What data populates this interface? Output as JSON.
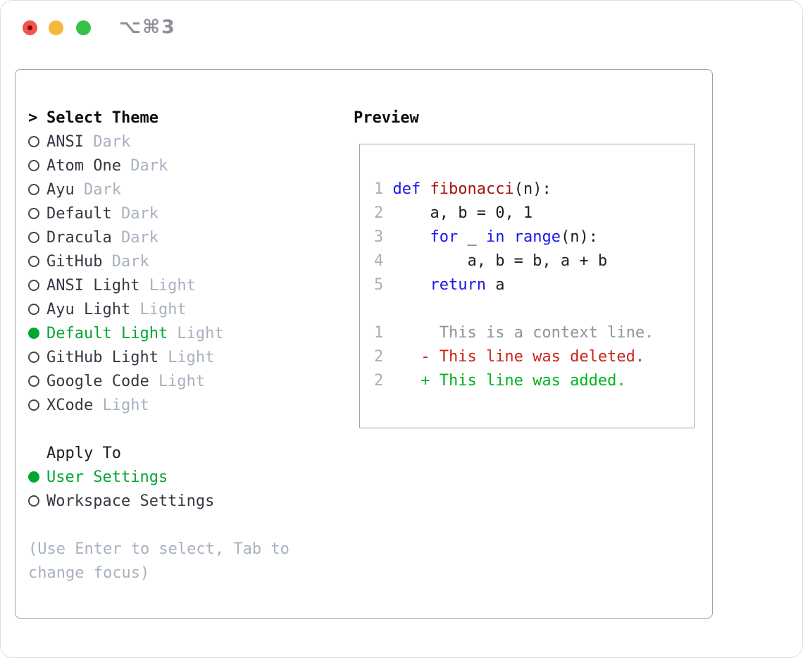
{
  "titlebar": {
    "title": "⌥⌘3"
  },
  "colors": {
    "accent_green": "#00a630",
    "keyword_blue": "#1717ee",
    "function_red": "#a31515",
    "deleted_red": "#c9241a",
    "added_green": "#00b31c",
    "muted_gray": "#a7b1bf",
    "border_gray": "#98a2ad"
  },
  "theme_list": {
    "header_prefix": ">",
    "header": "Select Theme",
    "items": [
      {
        "name": "ANSI",
        "variant": "Dark",
        "selected": false
      },
      {
        "name": "Atom One",
        "variant": "Dark",
        "selected": false
      },
      {
        "name": "Ayu",
        "variant": "Dark",
        "selected": false
      },
      {
        "name": "Default",
        "variant": "Dark",
        "selected": false
      },
      {
        "name": "Dracula",
        "variant": "Dark",
        "selected": false
      },
      {
        "name": "GitHub",
        "variant": "Dark",
        "selected": false
      },
      {
        "name": "ANSI Light",
        "variant": "Light",
        "selected": false
      },
      {
        "name": "Ayu Light",
        "variant": "Light",
        "selected": false
      },
      {
        "name": "Default Light",
        "variant": "Light",
        "selected": true
      },
      {
        "name": "GitHub Light",
        "variant": "Light",
        "selected": false
      },
      {
        "name": "Google Code",
        "variant": "Light",
        "selected": false
      },
      {
        "name": "XCode",
        "variant": "Light",
        "selected": false
      }
    ]
  },
  "apply_to": {
    "header": "Apply To",
    "items": [
      {
        "label": "User Settings",
        "selected": true
      },
      {
        "label": "Workspace Settings",
        "selected": false
      }
    ]
  },
  "hint": {
    "line1": "(Use Enter to select, Tab to",
    "line2": "change focus)"
  },
  "preview": {
    "header": "Preview",
    "lines": [
      {
        "tokens": [
          [
            "ln",
            "1 "
          ],
          [
            "kw",
            "def"
          ],
          [
            "plain",
            " "
          ],
          [
            "fn",
            "fibonacci"
          ],
          [
            "plain",
            "(n):"
          ]
        ]
      },
      {
        "tokens": [
          [
            "ln",
            "2 "
          ],
          [
            "plain",
            "    a, b = 0, 1"
          ]
        ]
      },
      {
        "tokens": [
          [
            "ln",
            "3 "
          ],
          [
            "plain",
            "    "
          ],
          [
            "kw",
            "for"
          ],
          [
            "plain",
            " _ "
          ],
          [
            "kw",
            "in"
          ],
          [
            "plain",
            " "
          ],
          [
            "kw",
            "range"
          ],
          [
            "plain",
            "(n):"
          ]
        ]
      },
      {
        "tokens": [
          [
            "ln",
            "4 "
          ],
          [
            "plain",
            "        a, b = b, a + b"
          ]
        ]
      },
      {
        "tokens": [
          [
            "ln",
            "5 "
          ],
          [
            "plain",
            "    "
          ],
          [
            "kw",
            "return"
          ],
          [
            "plain",
            " a"
          ]
        ]
      },
      {
        "tokens": []
      },
      {
        "tokens": [
          [
            "ln",
            "1"
          ],
          [
            "ctx",
            "      This is a context line."
          ]
        ]
      },
      {
        "tokens": [
          [
            "ln",
            "2"
          ],
          [
            "del",
            "    - This line was deleted."
          ]
        ]
      },
      {
        "tokens": [
          [
            "ln",
            "2"
          ],
          [
            "add",
            "    + This line was added."
          ]
        ]
      }
    ]
  }
}
